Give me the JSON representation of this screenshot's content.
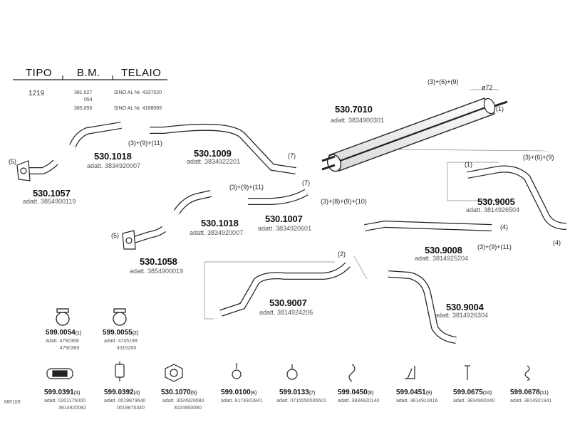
{
  "header": {
    "col_tipo": "TIPO",
    "col_bm": "B.M.",
    "col_telaio": "TELAIO",
    "row_tipo": "1219",
    "bm_1": "381.027",
    "bm_2": "054",
    "bm_3": "385.056",
    "telaio_1": "SINO AL Nr. 4337020",
    "telaio_2": "SINO AL Nr. 4188089"
  },
  "parts": {
    "p7010": {
      "code": "530.7010",
      "adatt": "adatt. 3834900301"
    },
    "p1018a": {
      "code": "530.1018",
      "adatt": "adatt. 3834920007"
    },
    "p1009": {
      "code": "530.1009",
      "adatt": "adatt. 3834922201"
    },
    "p1057": {
      "code": "530.1057",
      "adatt": "adatt. 3854900119"
    },
    "p1018b": {
      "code": "530.1018",
      "adatt": "adatt. 3834920007"
    },
    "p1007": {
      "code": "530.1007",
      "adatt": "adatt. 3834920601"
    },
    "p1058": {
      "code": "530.1058",
      "adatt": "adatt. 3854900019"
    },
    "p9005": {
      "code": "530.9005",
      "adatt": "adatt. 3814926504"
    },
    "p9008": {
      "code": "530.9008",
      "adatt": "adatt. 3814925204"
    },
    "p9007": {
      "code": "530.9007",
      "adatt": "adatt. 3814924206"
    },
    "p9004": {
      "code": "530.9004",
      "adatt": "adatt. 3814926304"
    }
  },
  "notes": {
    "n_3_6_9_top": "(3)+(6)+(9)",
    "n_phi72": "ø72",
    "n_1_top": "(1)",
    "n_3_9_11_a": "(3)+(9)+(11)",
    "n_7_a": "(7)",
    "n_5_a": "(5)",
    "n_3_9_11_b": "(3)+(9)+(11)",
    "n_7_b": "(7)",
    "n_3_8_9_10": "(3)+(8)+(9)+(10)",
    "n_3_6_9_right": "(3)+(6)+(9)",
    "n_1_right": "(1)",
    "n_4_a": "(4)",
    "n_4_b": "(4)",
    "n_2": "(2)",
    "n_3_9_11_c": "(3)+(9)+(11)",
    "n_5_b": "(5)"
  },
  "clamps": [
    {
      "code": "599.0054",
      "qty": "(1)",
      "ref1": "adatt. 4790368",
      "ref2": "4790369"
    },
    {
      "code": "599.0055",
      "qty": "(2)",
      "ref1": "adatt. 4745199",
      "ref2": "4315200"
    }
  ],
  "bottom": [
    {
      "code": "599.0391",
      "qty": "(3)",
      "ref1": "adatt. 0201175000",
      "ref2": "3814920082",
      "icon": "gasket-icon"
    },
    {
      "code": "599.0392",
      "qty": "(4)",
      "ref1": "adatt. 0019879640",
      "ref2": "0019875340",
      "icon": "rubber-mount-icon"
    },
    {
      "code": "530.1070",
      "qty": "(5)",
      "ref1": "adatt. 3024920080",
      "ref2": "3024900080",
      "icon": "flange-gasket-icon"
    },
    {
      "code": "599.0100",
      "qty": "(6)",
      "ref1": "adatt. 6174922841",
      "ref2": "",
      "icon": "hanger-icon"
    },
    {
      "code": "599.0133",
      "qty": "(7)",
      "ref1": "adatt. 0715550505501",
      "ref2": "",
      "icon": "ring-clamp-icon"
    },
    {
      "code": "599.0450",
      "qty": "(8)",
      "ref1": "adatt. 3834920140",
      "ref2": "",
      "icon": "hook-icon"
    },
    {
      "code": "599.0451",
      "qty": "(9)",
      "ref1": "adatt. 3814910416",
      "ref2": "",
      "icon": "bracket-icon"
    },
    {
      "code": "599.0675",
      "qty": "(10)",
      "ref1": "adatt. 3834900040",
      "ref2": "",
      "icon": "bolt-icon"
    },
    {
      "code": "599.0678",
      "qty": "(11)",
      "ref1": "adatt. 3814921941",
      "ref2": "",
      "icon": "spring-icon"
    }
  ],
  "footer_id": "MR109"
}
